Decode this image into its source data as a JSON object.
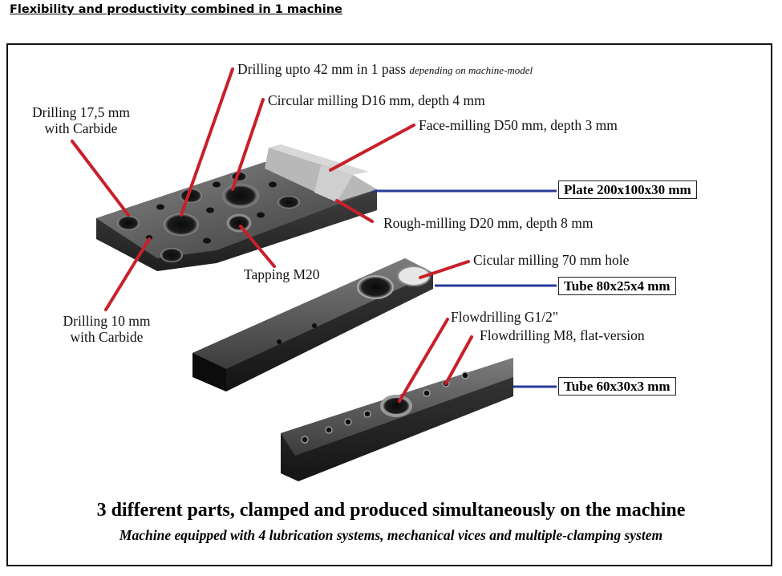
{
  "heading": "Flexibility and productivity combined in 1 machine",
  "labels": {
    "drilling_42": "Drilling upto 42 mm in 1 pass",
    "drilling_42_note": "depending on machine-model",
    "circular_milling": "Circular milling D16 mm, depth 4 mm",
    "drilling_175_line1": "Drilling 17,5 mm",
    "drilling_175_line2": "with Carbide",
    "face_milling": "Face-milling D50 mm, depth 3 mm",
    "rough_milling": "Rough-milling D20 mm, depth 8 mm",
    "tapping": "Tapping M20",
    "cicular_milling_70": "Cicular milling 70 mm hole",
    "drilling_10_line1": "Drilling 10 mm",
    "drilling_10_line2": "with Carbide",
    "flowdrilling_g": "Flowdrilling G1/2\"",
    "flowdrilling_m8": "Flowdrilling M8, flat-version"
  },
  "parts": {
    "plate": "Plate 200x100x30 mm",
    "tube1": "Tube  80x25x4 mm",
    "tube2": "Tube 60x30x3 mm"
  },
  "captions": {
    "main": "3 different parts, clamped and produced simultaneously on the machine",
    "sub": "Machine equipped with 4 lubrication systems, mechanical vices and multiple-clamping system"
  },
  "colors": {
    "pointer_red": "#c8202a",
    "pointer_blue": "#2a3a9a"
  }
}
